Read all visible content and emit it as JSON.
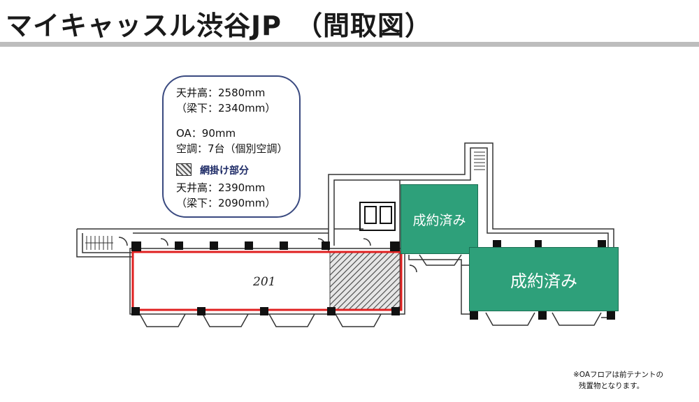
{
  "title": "マイキャッスル渋谷JP　（間取図）",
  "info": {
    "ceiling": "天井高：2580mm",
    "beam": "（梁下：2340mm）",
    "oa": "OA：90mm",
    "ac": "空調：7台（個別空調）",
    "hatched_label": "網掛け部分",
    "hatched_ceiling": "天井高：2390mm",
    "hatched_beam": "（梁下：2090mm）"
  },
  "room": {
    "number": "201"
  },
  "contracted_areas": [
    {
      "label": "成約済み",
      "color": "#2ea07a"
    },
    {
      "label": "成約済み",
      "color": "#2ea07a"
    }
  ],
  "note": {
    "line1": "※OAフロアは前テナントの",
    "line2": "残置物となります。"
  },
  "colors": {
    "room_outline": "#e02020",
    "contracted": "#2ea07a",
    "info_border": "#3a4a80"
  }
}
